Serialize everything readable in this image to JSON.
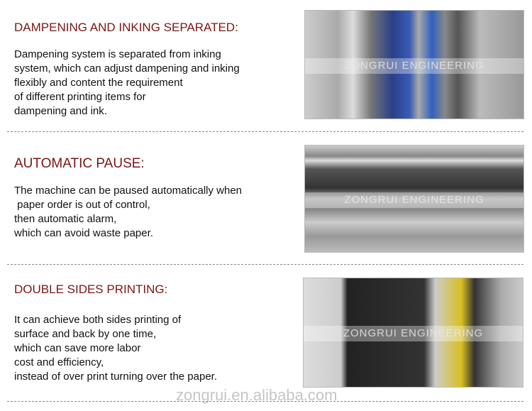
{
  "sections": [
    {
      "title": "DAMPENING AND INKING SEPARATED:",
      "text": "Dampening system is separated from inking\nsystem, which can adjust dampening and inking\nflexibly and content the requirement\nof different printing items for\ndampening and ink.",
      "watermark": "ZONGRUI ENGINEERING"
    },
    {
      "title": "AUTOMATIC PAUSE:",
      "text": "The machine can be paused automatically when\n paper order is out of control,\nthen automatic alarm,\nwhich can avoid waste paper.",
      "watermark": "ZONGRUI ENGINEERING"
    },
    {
      "title": "DOUBLE SIDES PRINTING:",
      "text": "It can achieve both sides printing of\nsurface and back by one time,\nwhich can save more labor\ncost and efficiency,\ninstead of over print turning over the paper.",
      "watermark": "ZONGRUI ENGINEERING"
    }
  ],
  "site_watermark": "zongrui.en.alibaba.com"
}
